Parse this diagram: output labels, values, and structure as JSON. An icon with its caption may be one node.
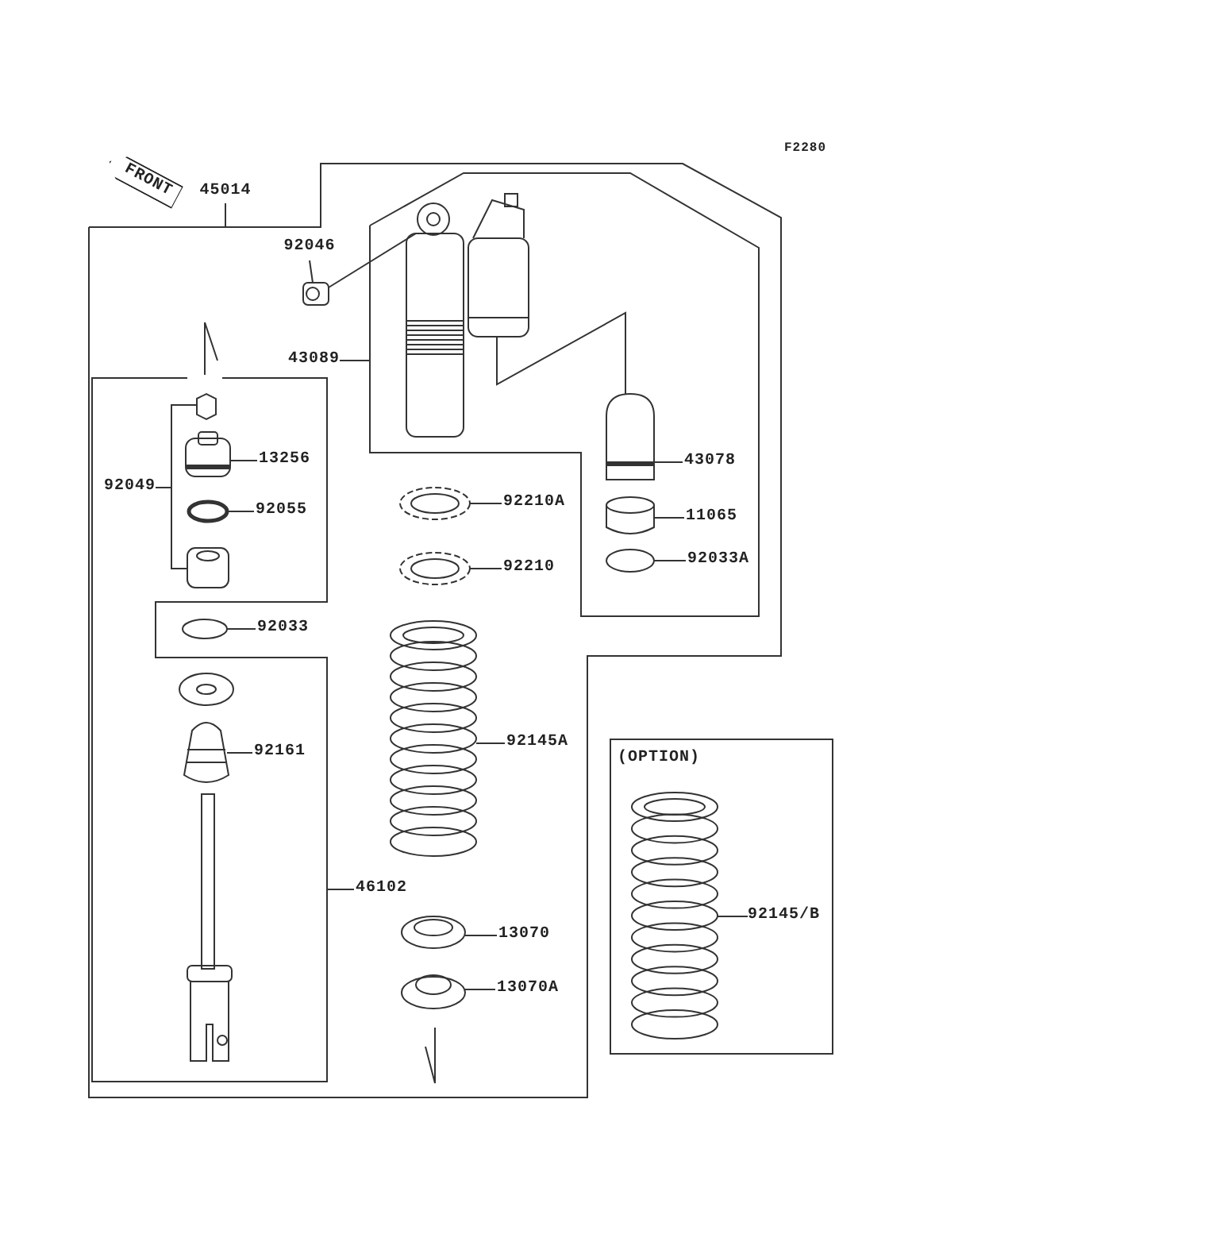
{
  "diagram": {
    "nodes": [
      {
        "text": [
          "45014"
        ]
      },
      {
        "text": [
          "92046"
        ]
      },
      {
        "text": [
          "43089"
        ]
      },
      {
        "text": [
          "13256"
        ]
      },
      {
        "text": [
          "92049"
        ]
      },
      {
        "text": [
          "92055"
        ]
      },
      {
        "text": [
          "43078"
        ]
      },
      {
        "text": [
          "92210A"
        ]
      },
      {
        "text": [
          "11065"
        ]
      },
      {
        "text": [
          "92210"
        ]
      },
      {
        "text": [
          "92033A"
        ]
      },
      {
        "text": [
          "92033"
        ]
      },
      {
        "text": [
          "92161"
        ]
      },
      {
        "text": [
          "92145A"
        ]
      },
      {
        "text": [
          "46102"
        ]
      },
      {
        "text": [
          "13070"
        ]
      },
      {
        "text": [
          "13070A"
        ]
      },
      {
        "text": [
          "(OPTION)"
        ]
      },
      {
        "text": [
          "92145/B"
        ],
        "in": 17
      },
      {
        "text": [],
        "shape": "picture"
      },
      {
        "text": [],
        "shape": "picture"
      },
      {
        "text": [],
        "shape": "picture"
      },
      {
        "text": [],
        "shape": "picture"
      },
      {
        "text": [],
        "shape": "picture"
      },
      {
        "text": [],
        "shape": "picture"
      },
      {
        "text": [],
        "shape": "picture"
      },
      {
        "text": [],
        "shape": "picture"
      },
      {
        "text": [],
        "shape": "picture"
      },
      {
        "text": [],
        "shape": "picture"
      },
      {
        "text": [],
        "shape": "picture"
      },
      {
        "text": [],
        "shape": "picture"
      },
      {
        "text": [],
        "shape": "picture"
      },
      {
        "text": [],
        "shape": "picture"
      },
      {
        "text": [],
        "shape": "picture"
      },
      {
        "text": [],
        "shape": "picture"
      },
      {
        "text": [],
        "shape": "picture"
      },
      {
        "text": [],
        "shape": "picture"
      },
      {
        "text": [],
        "shape": "picture",
        "in": 17
      }
    ],
    "edges": [
      {
        "from": 0,
        "to": null,
        "arrow": "none"
      },
      {
        "from": 1,
        "to": 19,
        "arrow": "none"
      },
      {
        "from": 2,
        "to": null,
        "arrow": "none"
      },
      {
        "from": 3,
        "to": 27,
        "arrow": "none"
      },
      {
        "from": 4,
        "to": 26,
        "arrow": "none"
      },
      {
        "from": 4,
        "to": 29,
        "arrow": "none"
      },
      {
        "from": 5,
        "to": 28,
        "arrow": "none"
      },
      {
        "from": 6,
        "to": 21,
        "arrow": "none"
      },
      {
        "from": 7,
        "to": 24,
        "arrow": "none"
      },
      {
        "from": 8,
        "to": 22,
        "arrow": "none"
      },
      {
        "from": 9,
        "to": 25,
        "arrow": "none"
      },
      {
        "from": 10,
        "to": 23,
        "arrow": "none"
      },
      {
        "from": 11,
        "to": 30,
        "arrow": "none"
      },
      {
        "from": 12,
        "to": 32,
        "arrow": "none"
      },
      {
        "from": 13,
        "to": 34,
        "arrow": "none"
      },
      {
        "from": 14,
        "to": null,
        "arrow": "none"
      },
      {
        "from": 15,
        "to": 35,
        "arrow": "none"
      },
      {
        "from": 16,
        "to": 36,
        "arrow": "none"
      },
      {
        "from": 18,
        "to": 37,
        "arrow": "none"
      },
      {
        "from": 19,
        "to": 20,
        "arrow": "none"
      },
      {
        "from": 20,
        "to": 21,
        "arrow": "none"
      }
    ],
    "labels": [
      "FRONT",
      "F2280"
    ]
  }
}
